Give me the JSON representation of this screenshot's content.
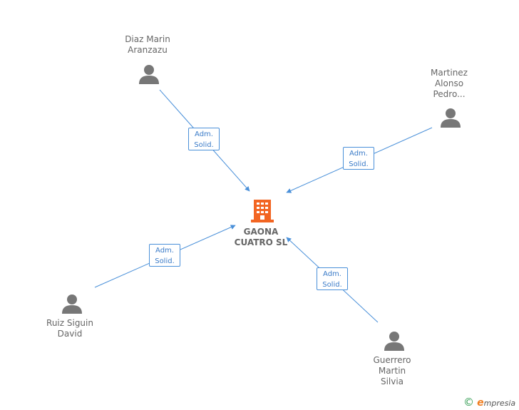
{
  "company": {
    "line1": "GAONA",
    "line2": "CUATRO SL"
  },
  "people": [
    {
      "id": "diaz",
      "lines": [
        "Diaz Marin",
        "Aranzazu"
      ]
    },
    {
      "id": "martinez",
      "lines": [
        "Martinez",
        "Alonso",
        "Pedro..."
      ]
    },
    {
      "id": "ruiz",
      "lines": [
        "Ruiz Siguin",
        "David"
      ]
    },
    {
      "id": "guerrero",
      "lines": [
        "Guerrero",
        "Martin",
        "Silvia"
      ]
    }
  ],
  "relations": [
    {
      "line1": "Adm.",
      "line2": "Solid."
    },
    {
      "line1": "Adm.",
      "line2": "Solid."
    },
    {
      "line1": "Adm.",
      "line2": "Solid."
    },
    {
      "line1": "Adm.",
      "line2": "Solid."
    }
  ],
  "colors": {
    "edge": "#4a90d9",
    "company": "#f26522",
    "person": "#777777"
  },
  "footer": {
    "symbol": "©",
    "brand_initial": "e",
    "brand_rest": "mpresia"
  }
}
